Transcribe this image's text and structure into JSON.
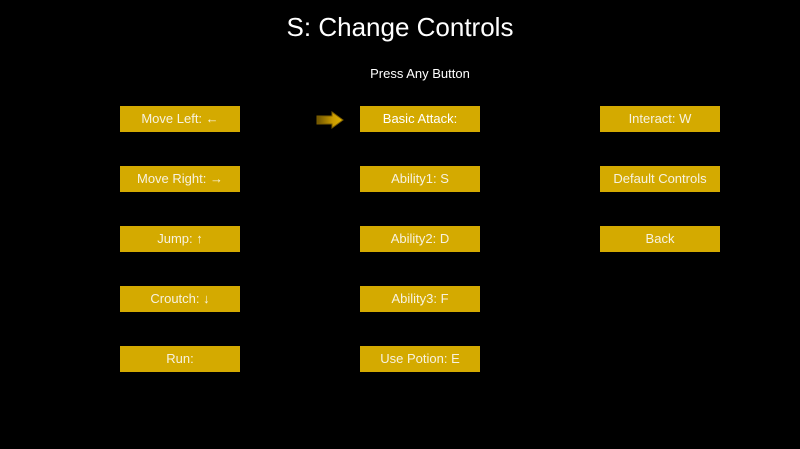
{
  "screen": {
    "title": "S: Change Controls",
    "prompt": "Press Any Button"
  },
  "colors": {
    "background": "#000000",
    "button": "#d4aa00",
    "button_text": "#f7f2e0",
    "selector_arrow": "#c99a00"
  },
  "selector": {
    "icon": "selector-arrow-icon"
  },
  "columns": {
    "movement": [
      {
        "label": "Move Left: ←"
      },
      {
        "label": "Move Right: →"
      },
      {
        "label": "Jump: ↑"
      },
      {
        "label": "Croutch: ↓"
      },
      {
        "label": "Run:"
      }
    ],
    "combat": [
      {
        "label": "Basic Attack:"
      },
      {
        "label": "Ability1: S"
      },
      {
        "label": "Ability2: D"
      },
      {
        "label": "Ability3: F"
      },
      {
        "label": "Use Potion: E"
      }
    ],
    "other": [
      {
        "label": "Interact: W"
      },
      {
        "label": "Default Controls"
      },
      {
        "label": "Back"
      }
    ]
  }
}
